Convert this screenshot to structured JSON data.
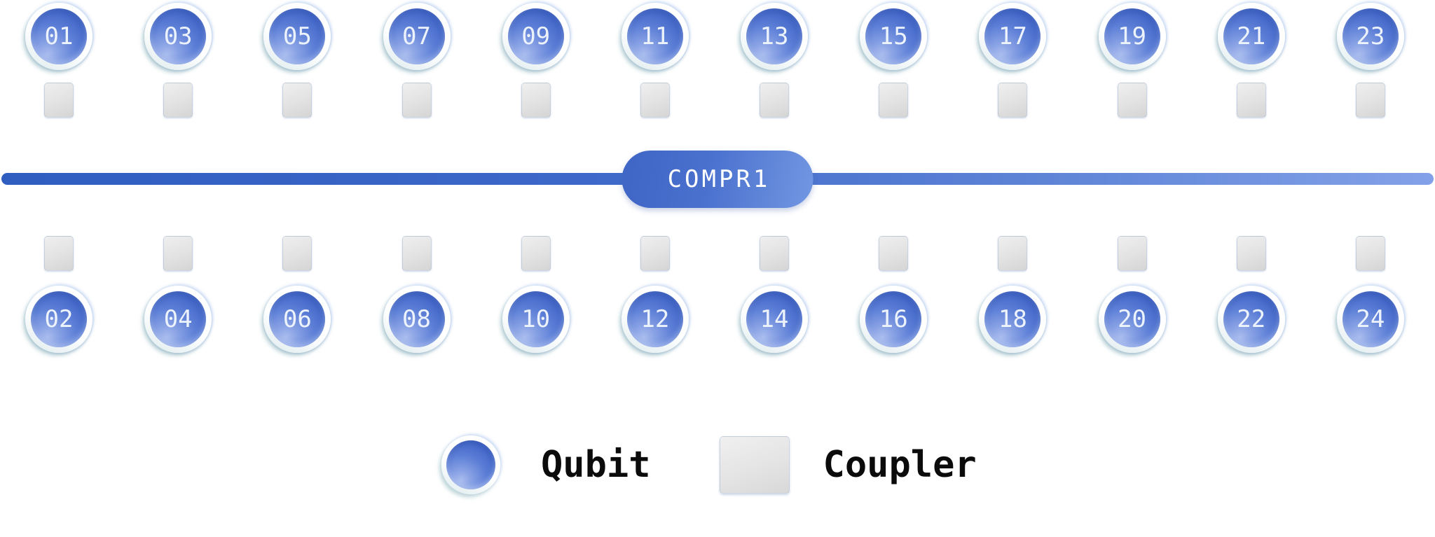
{
  "bus": {
    "label": "COMPR1"
  },
  "top_qubits": [
    "01",
    "03",
    "05",
    "07",
    "09",
    "11",
    "13",
    "15",
    "17",
    "19",
    "21",
    "23"
  ],
  "bottom_qubits": [
    "02",
    "04",
    "06",
    "08",
    "10",
    "12",
    "14",
    "16",
    "18",
    "20",
    "22",
    "24"
  ],
  "legend": {
    "items": [
      {
        "icon": "qubit-icon",
        "label": "Qubit"
      },
      {
        "icon": "coupler-icon",
        "label": "Coupler"
      }
    ]
  },
  "colors": {
    "qubit_dark": "#3A5FC2",
    "qubit_light": "#9FB4EA",
    "qubit_ring": "#FFFFFF",
    "coupler_fill": "#DEDEDE",
    "bus_left": "#2F5DC0",
    "bus_right": "#83A1E8",
    "bus_pill": "#4A71CE",
    "bus_label_text": "#FFFFFF",
    "qubit_number_text": "#EDF3FC",
    "legend_text": "#0B0B0B"
  }
}
